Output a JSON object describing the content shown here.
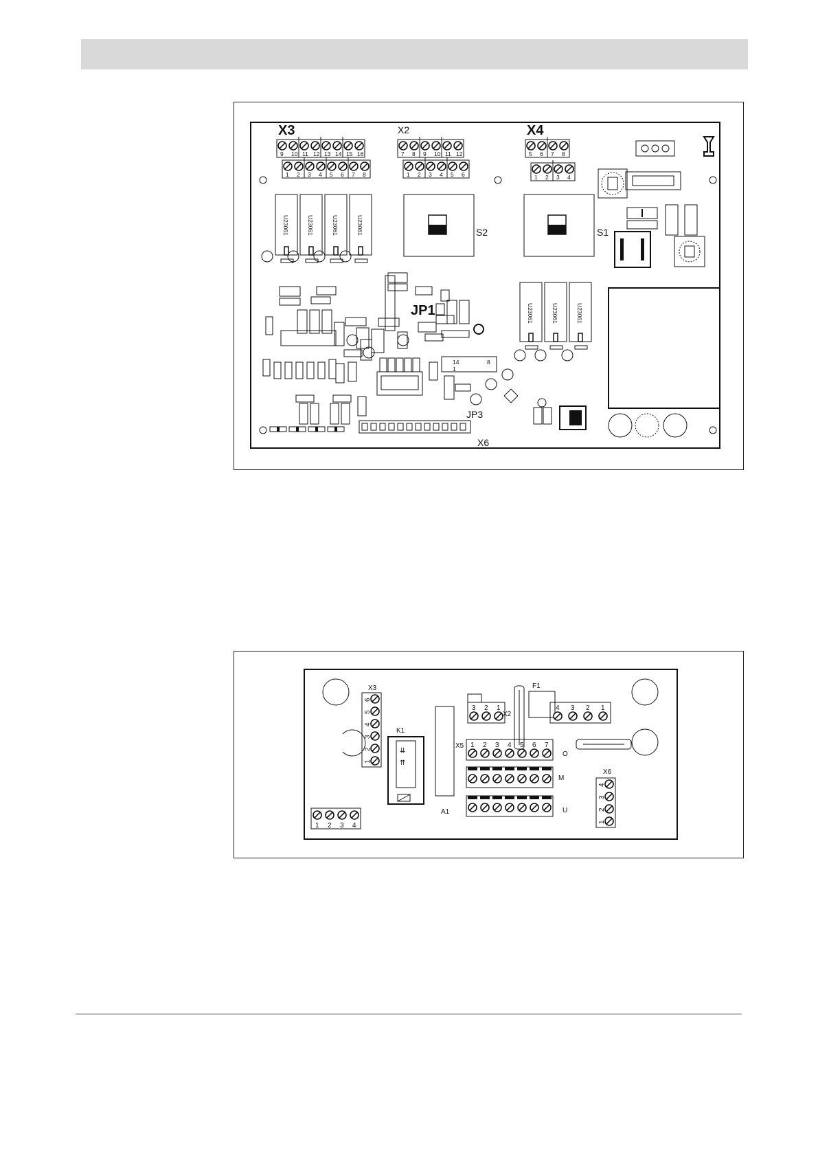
{
  "header": {
    "bar_color": "#d9d9d9"
  },
  "board_top": {
    "connectors": {
      "x3": {
        "label": "X3",
        "upper_pins": [
          "9",
          "10",
          "11",
          "12",
          "13",
          "14",
          "15",
          "16"
        ],
        "lower_pins": [
          "1",
          "2",
          "3",
          "4",
          "5",
          "6",
          "7",
          "8"
        ]
      },
      "x2": {
        "label": "X2",
        "upper_pins": [
          "7",
          "8",
          "9",
          "10",
          "11",
          "12"
        ],
        "lower_pins": [
          "1",
          "2",
          "3",
          "4",
          "5",
          "6"
        ]
      },
      "x4": {
        "label": "X4",
        "upper_pins": [
          "5",
          "6",
          "7",
          "8"
        ],
        "lower_pins": [
          "1",
          "2",
          "3",
          "4"
        ]
      },
      "x6": {
        "label": "X6"
      }
    },
    "switches": {
      "s2": "S2",
      "s1": "S1"
    },
    "jumpers": {
      "jp1": "JP1",
      "jp3": "JP3"
    },
    "relay_text": "U23061",
    "ic_pins": {
      "a": "14",
      "b": "8",
      "c": "1"
    }
  },
  "board_bottom": {
    "x3": {
      "label": "X3",
      "pins": [
        "6",
        "5",
        "4",
        "3",
        "2",
        "1"
      ]
    },
    "k1": "K1",
    "a1": "A1",
    "f1": "F1",
    "x2": {
      "label": "X2",
      "pins": [
        "3",
        "2",
        "1"
      ]
    },
    "x1": {
      "pins": [
        "4",
        "3",
        "2",
        "1"
      ]
    },
    "x5": {
      "label": "X5",
      "pins": [
        "1",
        "2",
        "3",
        "4",
        "5",
        "6",
        "7"
      ]
    },
    "row_labels": {
      "o": "O",
      "m": "M",
      "u": "U"
    },
    "x6": {
      "label": "X6",
      "pins": [
        "4",
        "3",
        "2",
        "1"
      ]
    },
    "left_terminal": {
      "pins": [
        "1",
        "2",
        "3",
        "4"
      ]
    }
  }
}
